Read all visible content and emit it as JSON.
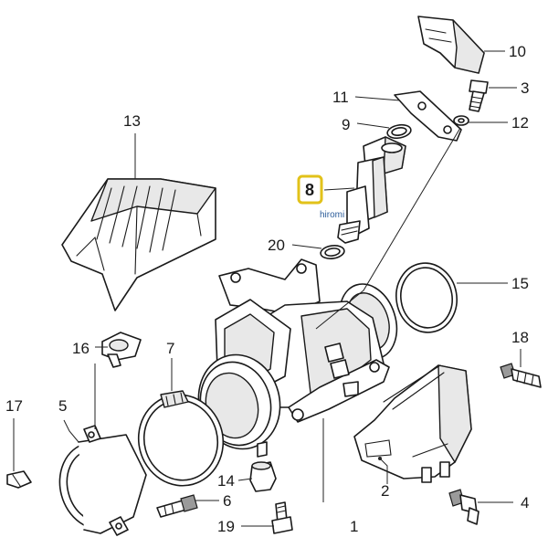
{
  "callouts": {
    "c1": "1",
    "c2": "2",
    "c3": "3",
    "c4": "4",
    "c5": "5",
    "c6": "6",
    "c7": "7",
    "c8": "8",
    "c9": "9",
    "c10": "10",
    "c11": "11",
    "c12": "12",
    "c13": "13",
    "c14": "14",
    "c15": "15",
    "c16": "16",
    "c17": "17",
    "c18": "18",
    "c19": "19",
    "c20": "20"
  },
  "highlight": {
    "part": "8",
    "frame_color": "#e2c21a"
  },
  "watermark": "hiromi"
}
